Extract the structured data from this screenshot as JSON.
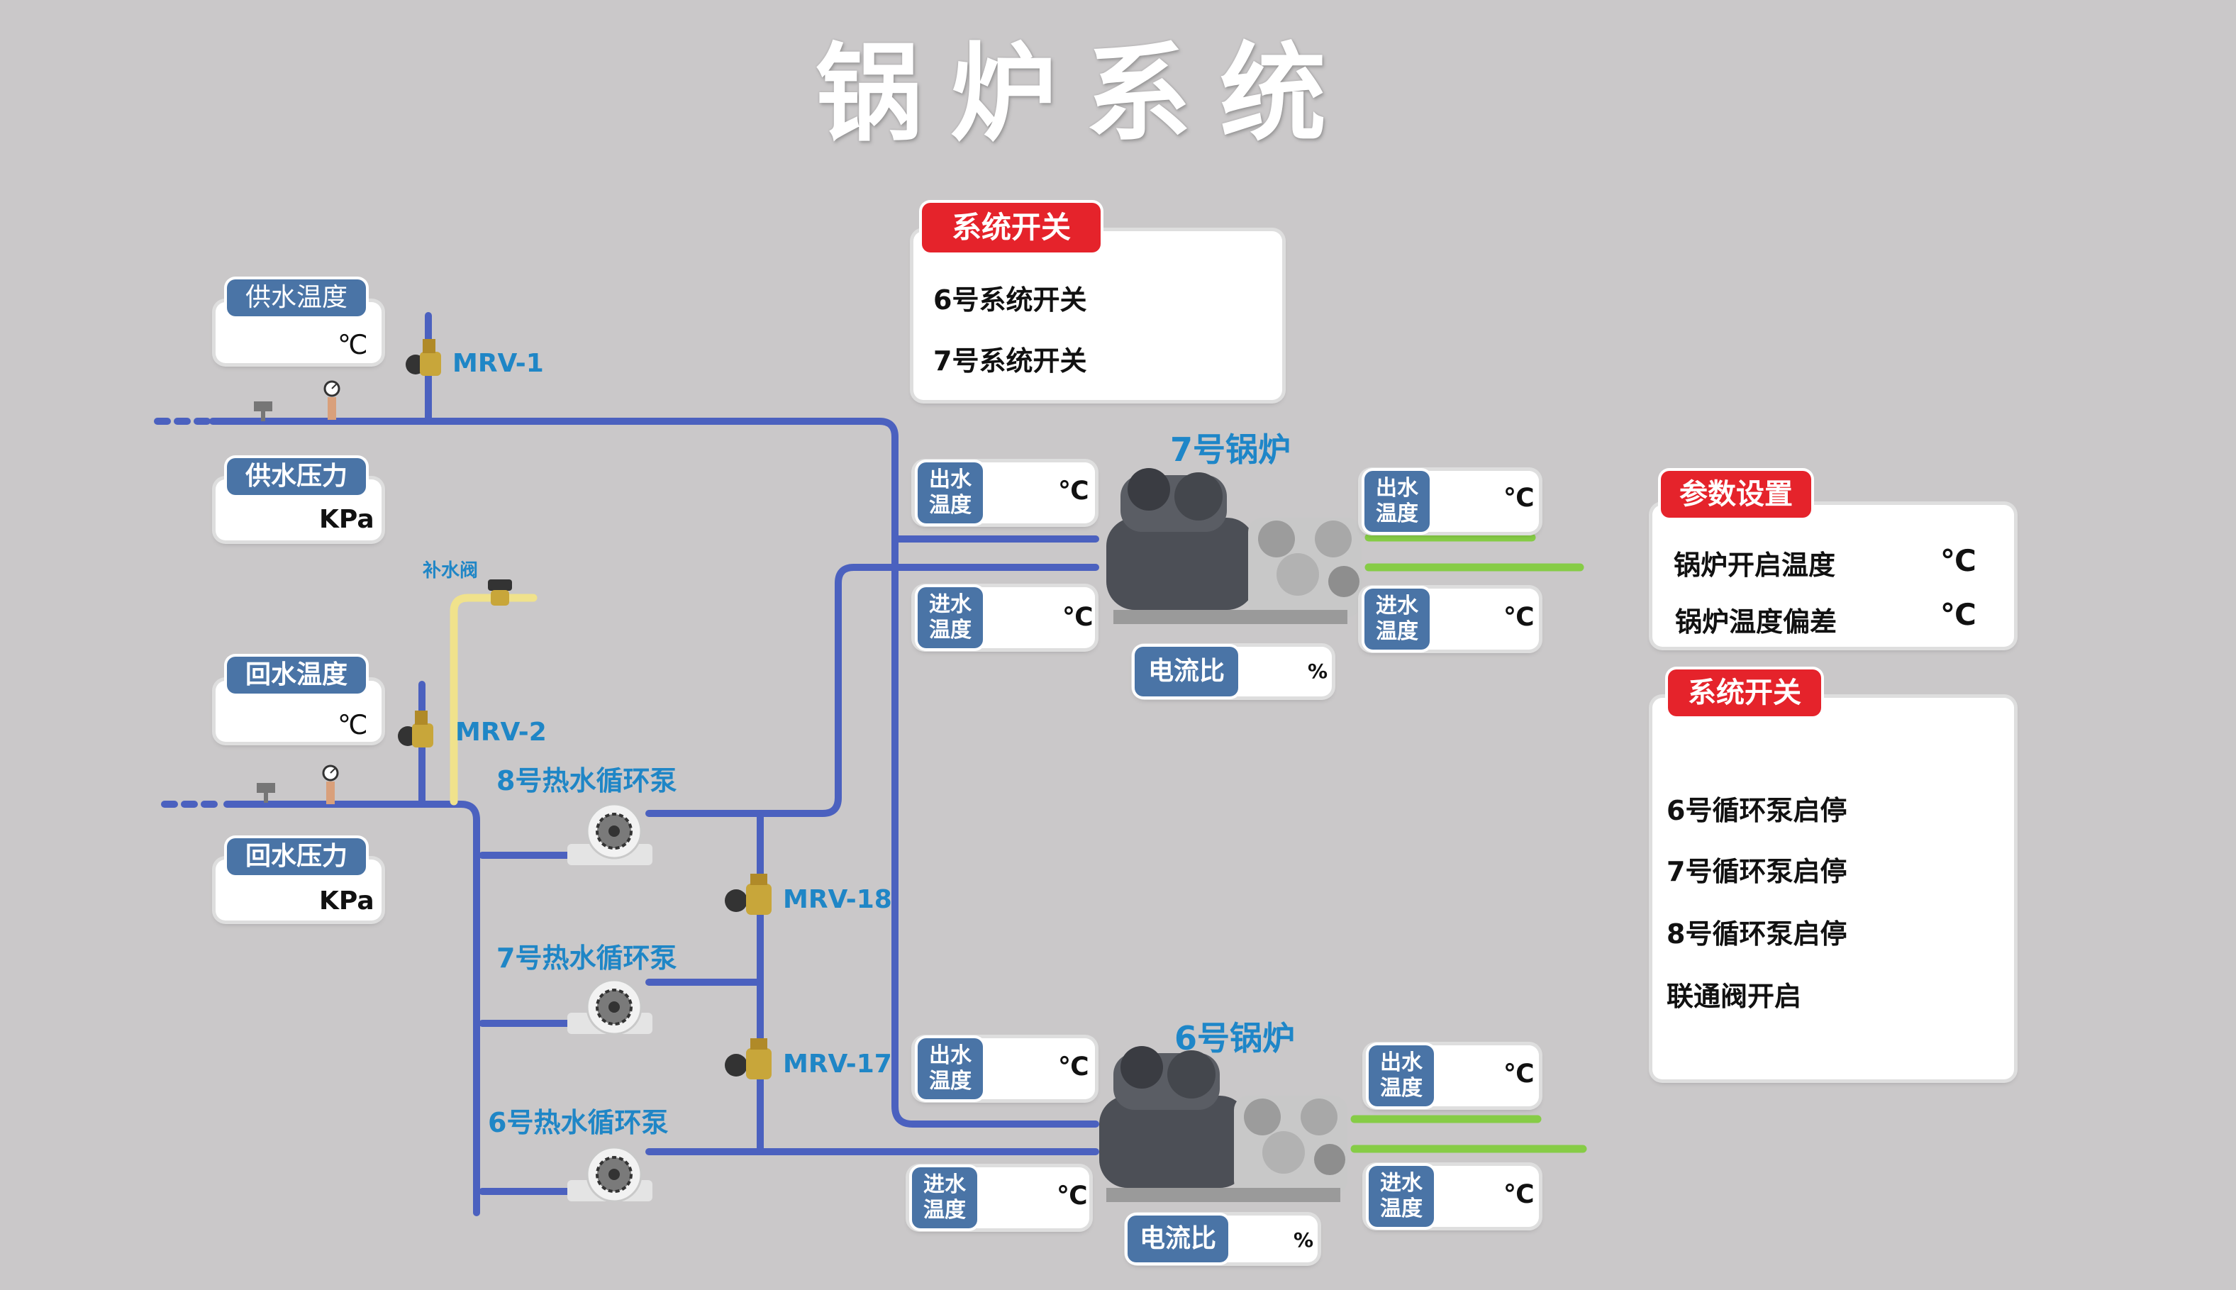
{
  "page_title": "锅炉系统",
  "system_switch_top": {
    "title": "系统开关",
    "items": [
      "6号系统开关",
      "7号系统开关"
    ]
  },
  "supply": {
    "temp_label": "供水温度",
    "temp_unit": "℃",
    "pressure_label": "供水压力",
    "pressure_unit": "KPa",
    "valve": "MRV-1"
  },
  "makeup_valve": "补水阀",
  "return": {
    "temp_label": "回水温度",
    "temp_unit": "℃",
    "pressure_label": "回水压力",
    "pressure_unit": "KPa",
    "valve": "MRV-2"
  },
  "pumps": {
    "p8": "8号热水循环泵",
    "p7": "7号热水循环泵",
    "p6": "6号热水循环泵",
    "valve18": "MRV-18",
    "valve17": "MRV-17"
  },
  "boiler7": {
    "name": "7号锅炉",
    "left_out": {
      "label": "出水温度",
      "unit": "℃"
    },
    "left_in": {
      "label": "进水温度",
      "unit": "℃"
    },
    "right_out": {
      "label": "出水温度",
      "unit": "℃"
    },
    "right_in": {
      "label": "进水温度",
      "unit": "℃"
    },
    "current": {
      "label": "电流比",
      "unit": "%"
    }
  },
  "boiler6": {
    "name": "6号锅炉",
    "left_out": {
      "label": "出水温度",
      "unit": "℃"
    },
    "left_in": {
      "label": "进水温度",
      "unit": "℃"
    },
    "right_out": {
      "label": "出水温度",
      "unit": "℃"
    },
    "right_in": {
      "label": "进水温度",
      "unit": "℃"
    },
    "current": {
      "label": "电流比",
      "unit": "%"
    }
  },
  "params": {
    "title": "参数设置",
    "rows": [
      {
        "label": "锅炉开启温度",
        "unit": "℃"
      },
      {
        "label": "锅炉温度偏差",
        "unit": "℃"
      }
    ]
  },
  "system_switch_right": {
    "title": "系统开关",
    "items": [
      "6号循环泵启停",
      "7号循环泵启停",
      "8号循环泵启停",
      "联通阀开启"
    ]
  },
  "colors": {
    "pipe": "#4f64c0",
    "green_pipe": "#8fd152",
    "yellow_pipe": "#f3e79a",
    "tag_blue": "#4a74a6",
    "tag_red": "#e5232b",
    "label_blue": "#1f86c6"
  }
}
